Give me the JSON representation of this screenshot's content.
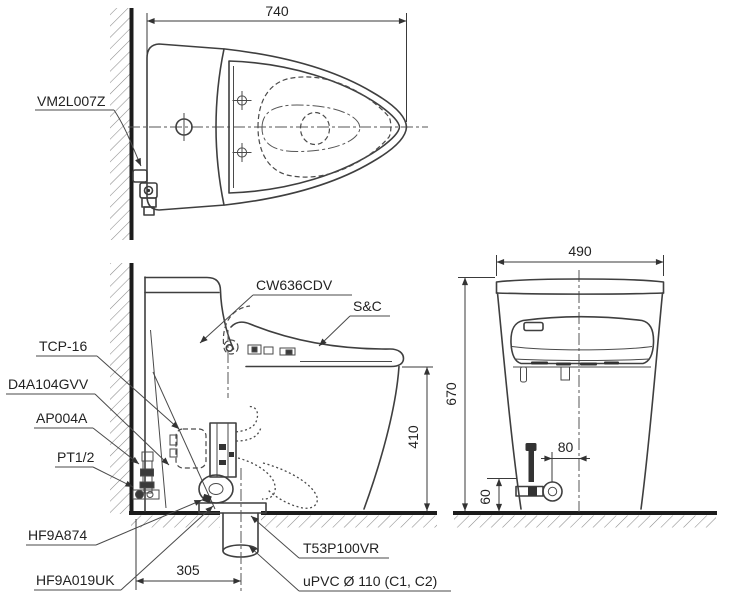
{
  "page": {
    "background": "#ffffff",
    "line_color": "#3f3f3f",
    "wall_floor_color": "#1c1c1c"
  },
  "parts": {
    "vm2l007z": "VM2L007Z",
    "cw636cdv": "CW636CDV",
    "sc": "S&C",
    "tcp16": "TCP-16",
    "d4a104gvv": "D4A104GVV",
    "ap004a": "AP004A",
    "pt12": "PT1/2",
    "hf9a874": "HF9A874",
    "hf9a019uk": "HF9A019UK",
    "t53p100vr": "T53P100VR",
    "upvc": "uPVC Ø 110 (C1, C2)"
  },
  "dimensions": {
    "overall_depth": "740",
    "overall_width": "490",
    "overall_height": "670",
    "seat_height": "410",
    "drain_set_out": "305",
    "valve_offset": "80",
    "valve_height": "60"
  }
}
